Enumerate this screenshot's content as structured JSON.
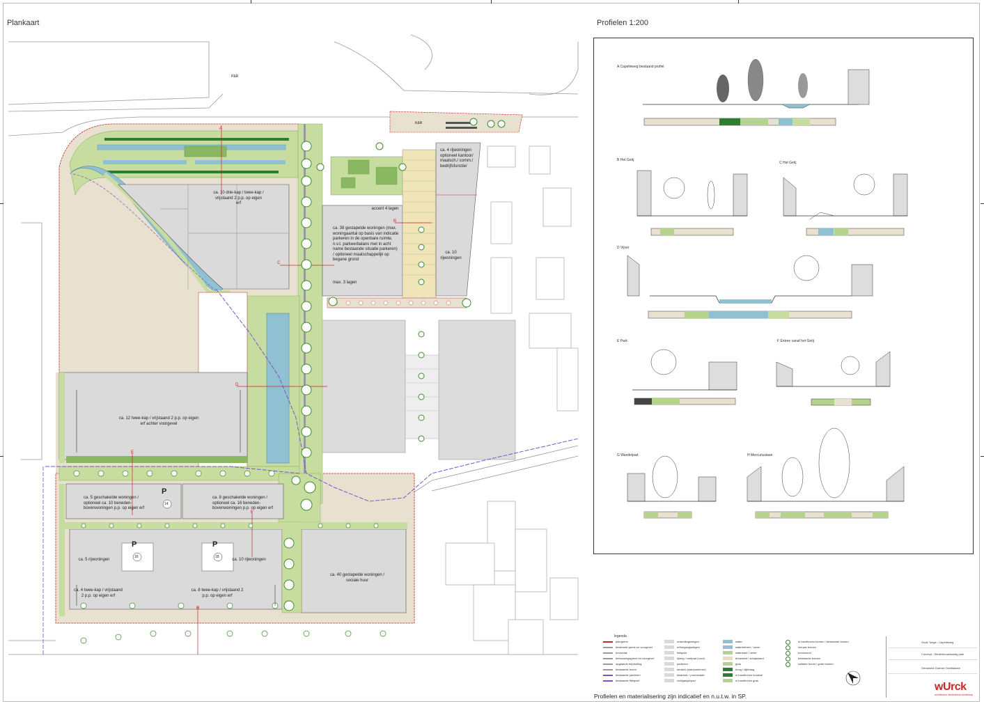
{
  "titles": {
    "plan": "Plankaart",
    "profiles": "Profielen 1:200"
  },
  "map_labels": {
    "pr": "P&R",
    "kr": "K&R",
    "block_a": "ca. 10 drie-kap / twee-kap / vrijstaand 2 p.p. op eigen erf",
    "block_accent": "accent 4 lagen",
    "block_center": "ca. 38 gestapelde woningen (max. woningaantal op basis van indicatie parkeren in de openbare ruimte, n.v.t. parkeerbalans met in acht name bestaande situatie parkeren) / optioneel maatschappelijk op begane grond",
    "block_center_max": "max. 3 lagen",
    "block_ne": "ca. 4 rijwoningen optioneel kantoor/ maatsch./ comm./ bedrijfsfunctie/",
    "block_10rij": "ca. 10 rijwoningen",
    "block_12": "ca. 12 twee-kap / vrijstaand 2 p.p. op eigen erf achter voorgevel",
    "block_5": "ca. 5 geschakelde woningen / optioneel ca. 10 beneden- bovenwoningen p.p. op eigen erf",
    "block_8": "ca. 8 geschakelde woningen / optioneel ca. 16 beneden- bovenwoningen p.p. op eigen erf",
    "block_5rij": "ca. 5 rijwoningen",
    "block_10rij_b": "ca. 10 rijwoningen",
    "block_4": "ca. 4 twee-kap / vrijstaand 2 p.p. op eigen erf",
    "block_8b": "ca. 8 twee-kap / vrijstaand 2 p.p. op eigen erf",
    "block_40": "ca. 40 gestapelde woningen / sociale huur",
    "p": "P",
    "p14": "14",
    "p16": "16",
    "p18": "18",
    "letters": [
      "A",
      "B",
      "C",
      "D",
      "E",
      "F",
      "H"
    ]
  },
  "profiles": [
    {
      "id": "A",
      "title": "A Capelleweg bestaand profiel"
    },
    {
      "id": "B",
      "title": "B Het Getij"
    },
    {
      "id": "C",
      "title": "C Het Getij"
    },
    {
      "id": "D",
      "title": "D Vijver"
    },
    {
      "id": "E",
      "title": "E Park"
    },
    {
      "id": "F",
      "title": "F Entree vanaf het Getij"
    },
    {
      "id": "G",
      "title": "G Wandelpad"
    },
    {
      "id": "H",
      "title": "H Mercuriuslaan"
    }
  ],
  "legend": {
    "heading": "legenda",
    "items_col1": [
      "plangrens",
      "bestemde grens en voorgevel",
      "bouwvlak",
      "bebouwingsgrens en voorgevel",
      "opgaande beplanting",
      "bestaande boom",
      "bestaande parkeren",
      "bestaande fietspad"
    ],
    "items_col2": [
      "ontsluitingswegen",
      "erftoegangswegen",
      "fietspad",
      "rijweg / voetpad (rood)",
      "parkeren",
      "stroken (auto/parkeren)",
      "dwarsstr. / promenade",
      "voetgangerpad"
    ],
    "items_col3": [
      "water",
      "waterbeheer / oever",
      "waterkant / oever",
      "bouwland / schapsland",
      "gras",
      "hoog / dijkhaag",
      "in handhoven houtwal",
      "in handhoven gras"
    ],
    "items_col4": [
      "in handhoven bomen / bestaande bomen",
      "nieuwe bomen",
      "boomsoort",
      "bestaande bomen",
      "solitaire boom / grote bomen"
    ],
    "colors": {
      "water": "#8fc1d3",
      "grass": "#b5d38c",
      "green": "#2e7d32",
      "paving": "#e8dcc0",
      "building": "#d9d9d9",
      "plangrens": "#c62828",
      "path": "#7b52c7"
    }
  },
  "titleblock": {
    "project": "Oude Tonge - Capelleweg",
    "phase": "Concept - Stedenbouwkundig plan",
    "client": "Gemeente Goeree-Overflakkee"
  },
  "logo": {
    "name": "wUrck",
    "subtitle": "architectuur stedenbouw landschap"
  },
  "footer": "Profielen en materialisering zijn indicatief en n.u.t.w. in SP."
}
